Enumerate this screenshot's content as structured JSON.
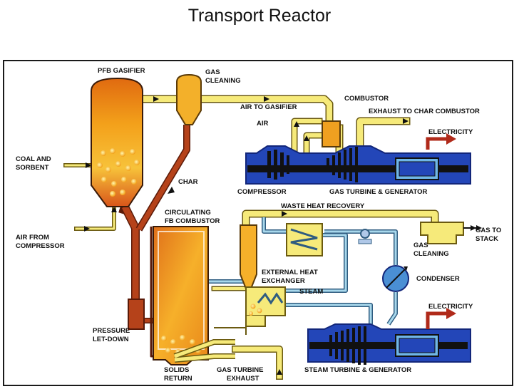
{
  "title": "Transport Reactor",
  "labels": {
    "pfb_gasifier": "PFB GASIFIER",
    "gas_cleaning_top_1": "GAS",
    "gas_cleaning_top_2": "CLEANING",
    "combustor": "COMBUSTOR",
    "air_to_gasifier": "AIR TO GASIFIER",
    "exhaust_to_char": "EXHAUST TO CHAR COMBUSTOR",
    "air": "AIR",
    "electricity_top": "ELECTRICITY",
    "coal_1": "COAL AND",
    "coal_2": "SORBENT",
    "char": "CHAR",
    "compressor": "COMPRESSOR",
    "gas_turbine_gen": "GAS TURBINE & GENERATOR",
    "circulating_1": "CIRCULATING",
    "circulating_2": "FB COMBUSTOR",
    "waste_heat": "WASTE HEAT RECOVERY",
    "gas_to_stack_1": "GAS TO",
    "gas_to_stack_2": "STACK",
    "air_from_1": "AIR FROM",
    "air_from_2": "COMPRESSOR",
    "gas_cleaning_bot_1": "GAS",
    "gas_cleaning_bot_2": "CLEANING",
    "ext_heat_1": "EXTERNAL HEAT",
    "ext_heat_2": "EXCHANGER",
    "condenser": "CONDENSER",
    "steam": "STEAM",
    "electricity_bot": "ELECTRICITY",
    "pressure_1": "PRESSURE",
    "pressure_2": "LET-DOWN",
    "solids_1": "SOLIDS",
    "solids_2": "RETURN",
    "gt_exhaust_1": "GAS TURBINE",
    "gt_exhaust_2": "EXHAUST",
    "steam_turbine_gen": "STEAM TURBINE & GENERATOR"
  },
  "colors": {
    "gas": "#f6ea7a",
    "gas_edge": "#6b5a10",
    "solids": "#b5421a",
    "solids_edge": "#5a1a08",
    "steam": "#a8d8ec",
    "steam_edge": "#2f5c80",
    "machine": "#2346b8",
    "machine_dark": "#12267a",
    "electricity": "#b02a1a"
  }
}
